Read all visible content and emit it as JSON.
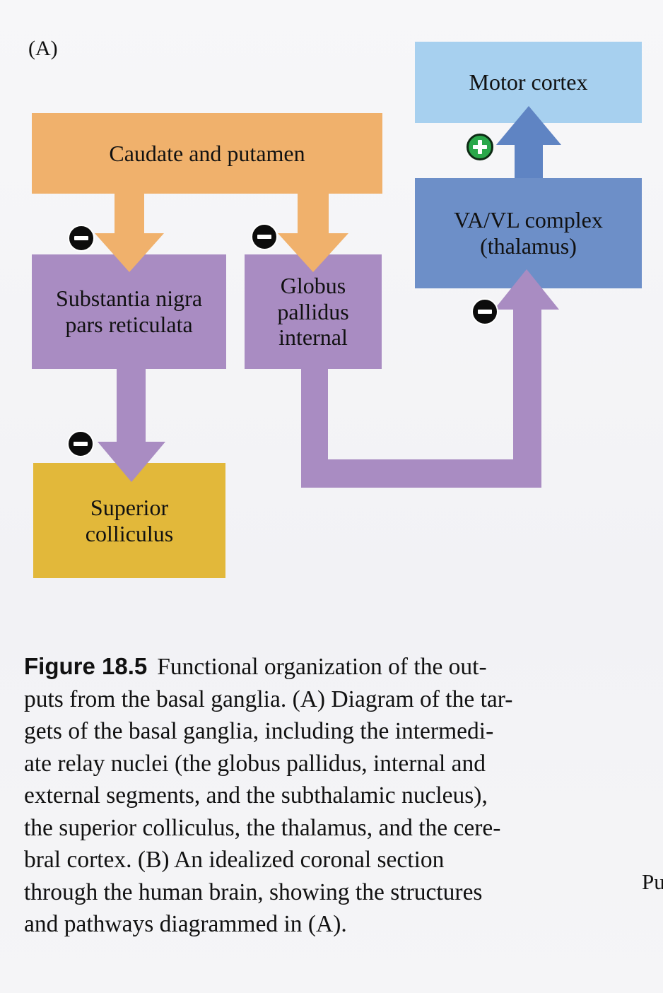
{
  "panel_label": "(A)",
  "boxes": {
    "motor_cortex": "Motor cortex",
    "caudate_putamen": "Caudate and putamen",
    "va_vl": "VA/VL complex\n(thalamus)",
    "snpr": "Substantia nigra\npars reticulata",
    "gpi": "Globus\npallidus\ninternal",
    "superior_colliculus": "Superior\ncolliculus"
  },
  "signs": {
    "inhibitory": "minus",
    "excitatory": "plus"
  },
  "colors": {
    "caudate_putamen": "#f0b16c",
    "snpr_gpi": "#a98cc2",
    "superior_colliculus": "#e2b83a",
    "motor_cortex": "#a7d0ef",
    "va_vl": "#6d8fc8",
    "arrow_orange": "#f0b16c",
    "arrow_purple": "#a98cc2",
    "arrow_blue": "#5f84c3"
  },
  "caption": {
    "figure_label": "Figure 18.5",
    "lines": [
      "Functional organization of the out-",
      "puts from the basal ganglia. (A) Diagram of the tar-",
      "gets of the basal ganglia, including the intermedi-",
      "ate relay nuclei (the globus pallidus, internal and",
      "external segments, and the subthalamic nucleus),",
      "the superior colliculus, the thalamus, and the cere-",
      "bral cortex. (B) An idealized coronal section",
      "through the human brain, showing the structures",
      "and pathways diagrammed in (A)."
    ]
  },
  "margin_fragment": "Pu"
}
